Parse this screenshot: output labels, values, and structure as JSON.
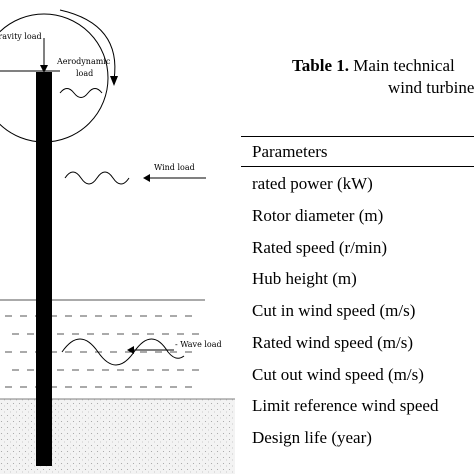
{
  "figure": {
    "labels": {
      "gravity": "Gravity load",
      "aero_line1": "Aerodynamic",
      "aero_line2": "load",
      "wind": "Wind load",
      "wave": "- Wave load"
    }
  },
  "table": {
    "caption_bold": "Table 1.",
    "caption_line1": " Main technical",
    "caption_line2": "wind turbine",
    "header": "Parameters",
    "rows": [
      "rated power (kW)",
      "Rotor diameter (m)",
      "Rated speed (r/min)",
      "Hub height (m)",
      "Cut in wind speed (m/s)",
      "Rated wind speed (m/s)",
      "Cut out wind speed (m/s)",
      "Limit reference wind speed",
      "Design life (year)"
    ]
  }
}
